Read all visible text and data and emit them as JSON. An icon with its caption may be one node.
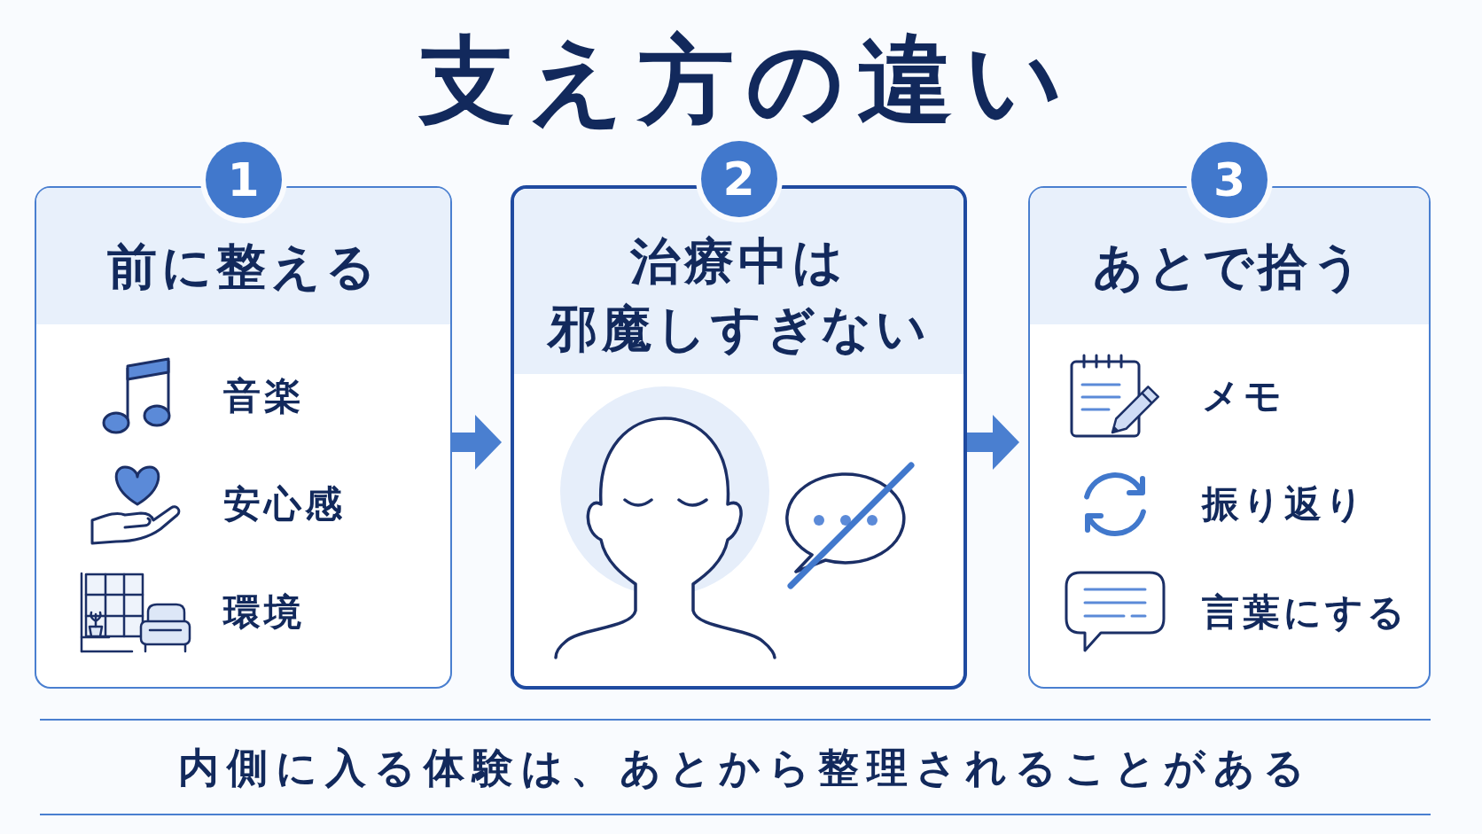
{
  "diagram": {
    "title": "支え方の違い",
    "nodes": [
      {
        "text": [
          "1",
          "前に整える",
          "音楽",
          "安心感",
          "環境"
        ]
      },
      {
        "text": [
          "2",
          "治療中は邪魔しすぎない"
        ]
      },
      {
        "text": [
          "3",
          "あとで拾う",
          "メモ",
          "振り返り",
          "言葉にする"
        ]
      }
    ],
    "edges": [
      {
        "from": 0,
        "to": 1,
        "arrow": "to"
      },
      {
        "from": 1,
        "to": 2,
        "arrow": "to"
      }
    ],
    "labels": [
      "内側に入る体験は、あとから整理されることがある"
    ]
  }
}
